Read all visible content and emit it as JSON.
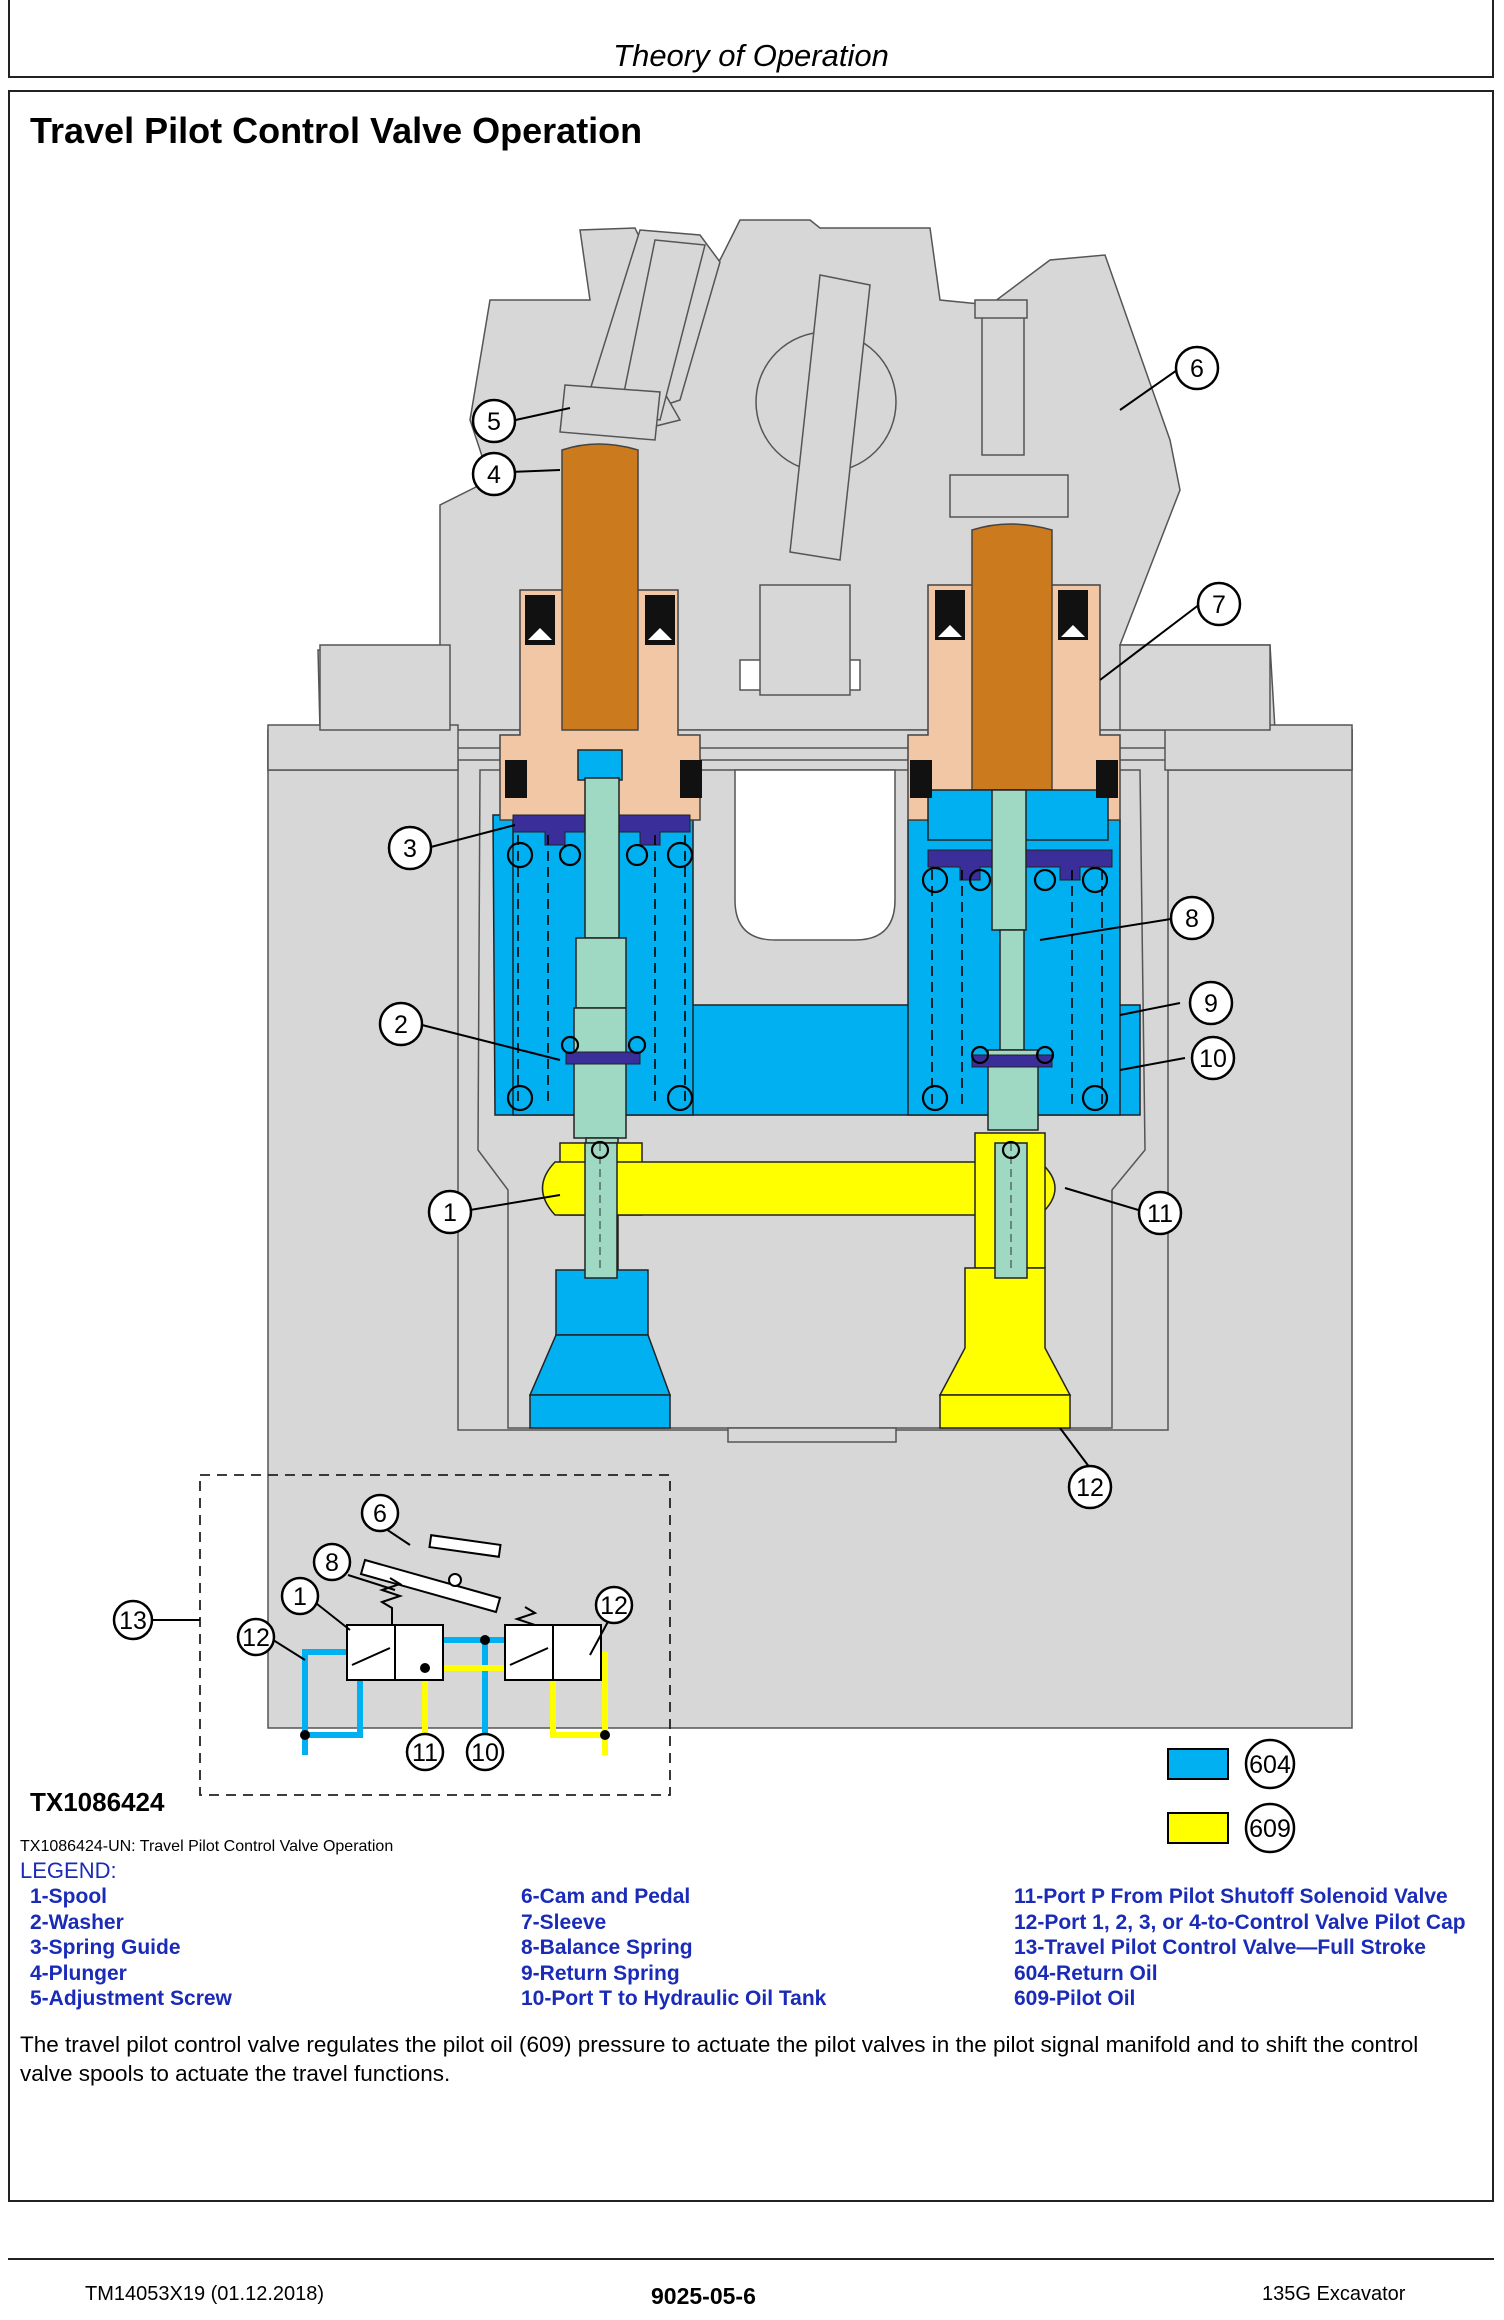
{
  "header": {
    "title": "Theory of Operation"
  },
  "section": {
    "title": "Travel Pilot Control Valve Operation"
  },
  "diagram": {
    "callouts": [
      "1",
      "2",
      "3",
      "4",
      "5",
      "6",
      "7",
      "8",
      "9",
      "10",
      "11",
      "12",
      "13"
    ],
    "schematic_callouts": [
      "6",
      "8",
      "1",
      "12",
      "12",
      "11",
      "10"
    ],
    "oil_legend": [
      {
        "code": "604",
        "color": "#00b0f0"
      },
      {
        "code": "609",
        "color": "#ffff00"
      }
    ]
  },
  "figure": {
    "id": "TX1086424",
    "caption": "TX1086424-UN: Travel Pilot Control Valve Operation"
  },
  "legend": {
    "heading": "LEGEND:",
    "col1": [
      "1-Spool",
      "2-Washer",
      "3-Spring Guide",
      "4-Plunger",
      "5-Adjustment Screw"
    ],
    "col2": [
      "6-Cam and Pedal",
      "7-Sleeve",
      "8-Balance Spring",
      "9-Return Spring",
      "10-Port T to Hydraulic Oil Tank"
    ],
    "col3": [
      "11-Port P From Pilot Shutoff Solenoid Valve",
      "12-Port 1, 2, 3, or 4-to-Control Valve Pilot Cap",
      "13-Travel Pilot Control Valve—Full Stroke",
      "604-Return Oil",
      "609-Pilot Oil"
    ]
  },
  "description": "The travel pilot control valve regulates the pilot oil (609) pressure to actuate the pilot valves in the pilot signal manifold and to shift the control valve spools to actuate the travel functions.",
  "footer": {
    "left": "TM14053X19 (01.12.2018)",
    "center": "9025-05-6",
    "right": "135G Excavator"
  },
  "colors": {
    "return_oil": "#00b0f0",
    "pilot_oil": "#ffff00",
    "plunger": "#cc7a1e",
    "sleeve": "#f2c7a6",
    "spool": "#9fd9c4",
    "washer": "#3a2f9a",
    "housing": "#d7d7d7",
    "legend_text": "#1a2bb8"
  }
}
